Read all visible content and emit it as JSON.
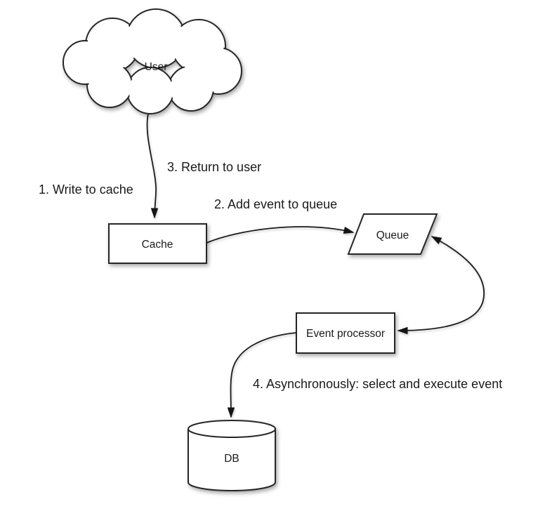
{
  "diagram": {
    "type": "flow-diagram",
    "background": "#ffffff",
    "colors": {
      "stroke": "#262626",
      "fill": "#ffffff",
      "text": "#1a1a1a"
    },
    "nodes": {
      "user": {
        "label": "User",
        "shape": "cloud"
      },
      "cache": {
        "label": "Cache",
        "shape": "rectangle"
      },
      "queue": {
        "label": "Queue",
        "shape": "parallelogram"
      },
      "event_processor": {
        "label": "Event processor",
        "shape": "rectangle"
      },
      "db": {
        "label": "DB",
        "shape": "cylinder"
      }
    },
    "edges": [
      {
        "from": "user",
        "to": "cache",
        "direction": "one-way"
      },
      {
        "from": "cache",
        "to": "queue",
        "direction": "one-way"
      },
      {
        "from": "queue",
        "to": "event_processor",
        "direction": "two-way"
      },
      {
        "from": "event_processor",
        "to": "db",
        "direction": "one-way"
      }
    ],
    "labels": {
      "step1": "1. Write to cache",
      "step2": "2. Add event to queue",
      "step3": "3. Return to user",
      "step4": "4. Asynchronously: select and execute event"
    }
  }
}
